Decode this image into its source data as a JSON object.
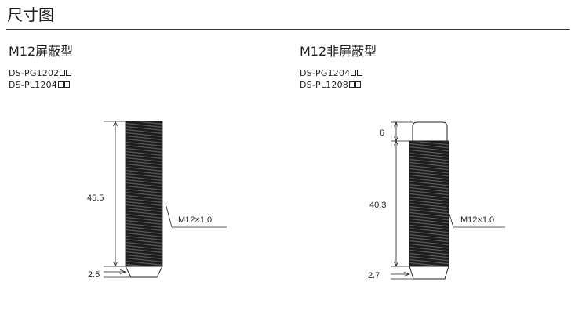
{
  "page_title": "尺寸图",
  "left": {
    "title": "M12屏蔽型",
    "models": [
      "DS-PG1202",
      "DS-PL1204"
    ],
    "dims": {
      "body": "45.5",
      "tip": "2.5",
      "thread": "M12×1.0"
    }
  },
  "right": {
    "title": "M12非屏蔽型",
    "models": [
      "DS-PG1204",
      "DS-PL1208"
    ],
    "dims": {
      "cap": "6",
      "body": "40.3",
      "tip": "2.7",
      "thread": "M12×1.0"
    }
  }
}
